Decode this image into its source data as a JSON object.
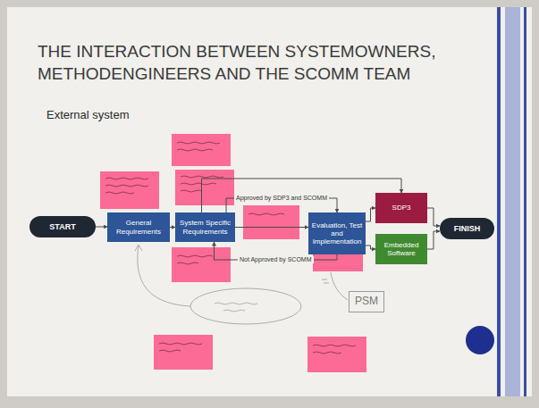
{
  "diagram": {
    "title": "THE INTERACTION BETWEEN SYSTEMOWNERS, METHODENGINEERS AND THE SCOMM TEAM",
    "nodes": [
      {
        "text": [
          "START"
        ]
      },
      {
        "text": [
          "General Requirements"
        ]
      },
      {
        "text": [
          "System Specific Requirements"
        ]
      },
      {
        "text": [
          "Evaluation, Test and Implementation"
        ]
      },
      {
        "text": [
          "SDP3"
        ]
      },
      {
        "text": [
          "Embedded Software"
        ]
      },
      {
        "text": [
          "FINISH"
        ]
      },
      {
        "text": [
          "PSM"
        ]
      }
    ],
    "edges": [
      {
        "from": 0,
        "to": 1,
        "arrow": "to"
      },
      {
        "from": 1,
        "to": 2,
        "arrow": "to"
      },
      {
        "from": 2,
        "to": 3,
        "arrow": "to"
      },
      {
        "from": 2,
        "to": 3,
        "label": "Approved by SDP3 and SCOMM",
        "arrow": "to"
      },
      {
        "from": 3,
        "to": 2,
        "label": "Not Approved by SCOMM",
        "arrow": "to"
      },
      {
        "from": 2,
        "to": 4,
        "arrow": "to"
      },
      {
        "from": 3,
        "to": 4,
        "arrow": "to"
      },
      {
        "from": 3,
        "to": 5,
        "arrow": "to"
      },
      {
        "from": 4,
        "to": 6,
        "arrow": "to"
      },
      {
        "from": 5,
        "to": 6,
        "arrow": "to"
      }
    ],
    "labels": [
      "External system"
    ]
  }
}
